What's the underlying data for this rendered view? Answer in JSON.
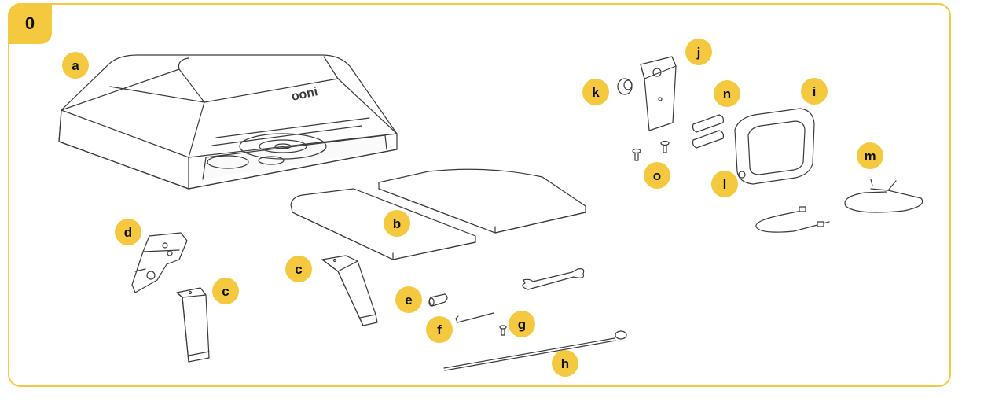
{
  "step": {
    "number": "0"
  },
  "parts": [
    {
      "key": "a",
      "label": "a"
    },
    {
      "key": "b",
      "label": "b"
    },
    {
      "key": "c1",
      "label": "c"
    },
    {
      "key": "c2",
      "label": "c"
    },
    {
      "key": "d",
      "label": "d"
    },
    {
      "key": "e",
      "label": "e"
    },
    {
      "key": "f",
      "label": "f"
    },
    {
      "key": "g",
      "label": "g"
    },
    {
      "key": "h",
      "label": "h"
    },
    {
      "key": "i",
      "label": "i"
    },
    {
      "key": "j",
      "label": "j"
    },
    {
      "key": "k",
      "label": "k"
    },
    {
      "key": "l",
      "label": "l"
    },
    {
      "key": "m",
      "label": "m"
    },
    {
      "key": "n",
      "label": "n"
    },
    {
      "key": "o",
      "label": "o"
    }
  ],
  "oven": {
    "brand_mark": "ooni"
  },
  "colors": {
    "accent": "#F5C93F",
    "line": "#3a3a3a",
    "frame": "#F5C93F"
  }
}
